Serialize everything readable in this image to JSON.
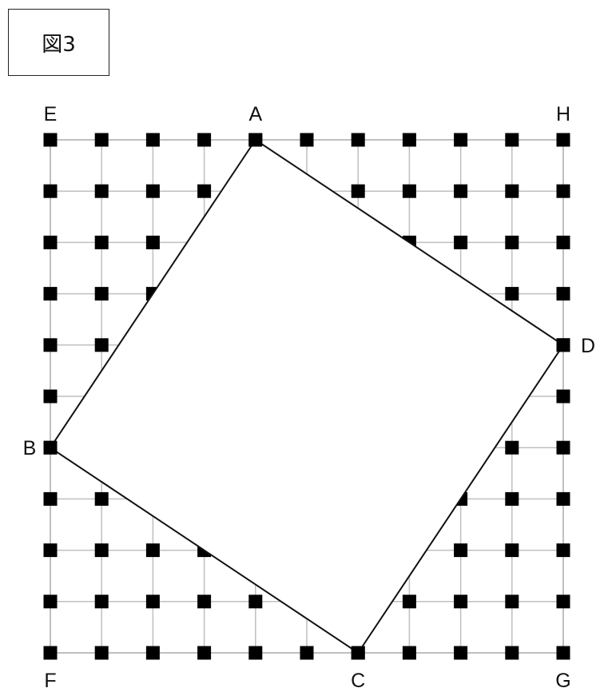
{
  "figure": {
    "title": "図3"
  },
  "grid": {
    "cols": 10,
    "rows": 10
  },
  "corner_labels": {
    "top_left": "E",
    "bottom_left": "F",
    "bottom_right": "G",
    "top_right": "H"
  },
  "square_vertices": [
    {
      "label": "A",
      "col": 4,
      "row": 0
    },
    {
      "label": "B",
      "col": 0,
      "row": 6
    },
    {
      "label": "C",
      "col": 6,
      "row": 10
    },
    {
      "label": "D",
      "col": 10,
      "row": 4
    }
  ],
  "colors": {
    "dot": "#000000",
    "grid_line": "#bfbfbf",
    "square_edge": "#111111",
    "square_fill": "#ffffff"
  }
}
